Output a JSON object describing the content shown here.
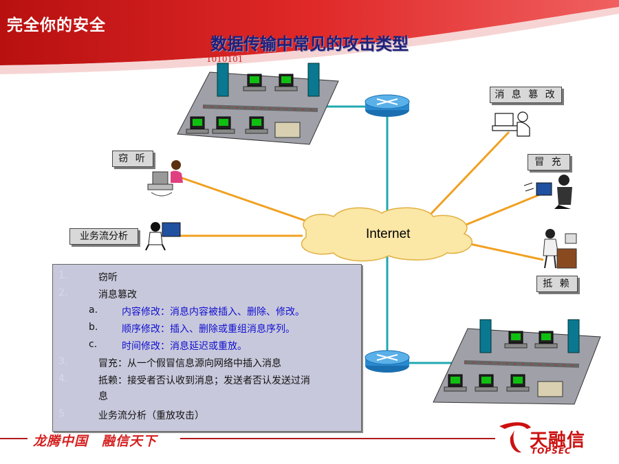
{
  "banner": {
    "title": "完全你的安全",
    "color": "#d82020"
  },
  "slide_title": "数据传输中常见的攻击类型",
  "network": {
    "bits": "1010101",
    "internet": "Internet",
    "labels": {
      "eavesdrop": "窃 听",
      "traffic_analysis": "业务流分析",
      "tamper": "消 息 篡 改",
      "impersonate": "冒 充",
      "deny": "抵 赖"
    }
  },
  "panel": {
    "items": [
      {
        "num": "1.",
        "text": "窃听"
      },
      {
        "num": "2.",
        "text": "消息篡改"
      },
      {
        "num": "a.",
        "text": "内容修改：消息内容被插入、删除、修改。",
        "sub": true
      },
      {
        "num": "b.",
        "text": "顺序修改：插入、删除或重组消息序列。",
        "sub": true
      },
      {
        "num": "c.",
        "text": "时间修改：消息延迟或重放。",
        "sub": true
      },
      {
        "num": "3.",
        "text": "冒充：从一个假冒信息源向网络中插入消息"
      },
      {
        "num": "4.",
        "text": "抵赖：接受者否认收到消息；发送者否认发送过消"
      },
      {
        "num": "",
        "text": "息"
      },
      {
        "num": "5.",
        "text": "业务流分析（重放攻击）"
      }
    ]
  },
  "footer": {
    "slogan": "龙腾中国　融信天下",
    "logo_cn": "天融信",
    "logo_en": "TOPSEC"
  },
  "colors": {
    "link_orange": "#f0a020",
    "link_teal": "#20a8b0",
    "cloud": "#fbe7a6",
    "sub_text": "#1010d0"
  }
}
